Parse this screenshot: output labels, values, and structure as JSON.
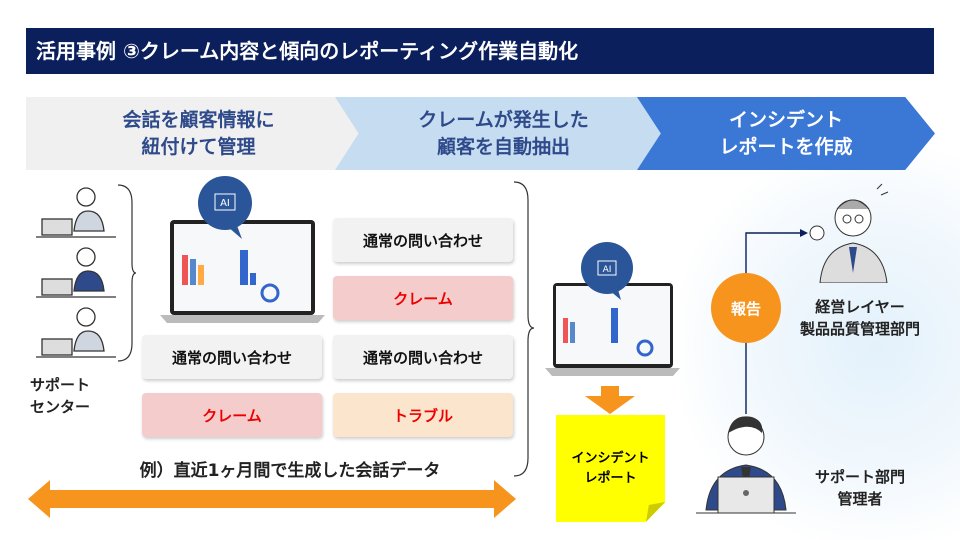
{
  "title": "活用事例 ③クレーム内容と傾向のレポーティング作業自動化",
  "steps": [
    {
      "line1": "会話を顧客情報に",
      "line2": "紐付けて管理"
    },
    {
      "line1": "クレームが発生した",
      "line2": "顧客を自動抽出"
    },
    {
      "line1": "インシデント",
      "line2": "レポートを作成"
    }
  ],
  "support_center": {
    "line1": "サポート",
    "line2": "センター"
  },
  "ai_label": "AI",
  "conversations": {
    "normal": "通常の問い合わせ",
    "claim": "クレーム",
    "trouble": "トラブル"
  },
  "caption": "例）直近1ヶ月間で生成した会話データ",
  "incident_report": {
    "line1": "インシデント",
    "line2": "レポート"
  },
  "report_label": "報告",
  "executive": {
    "line1": "経営レイヤー",
    "line2": "製品品質管理部門"
  },
  "manager": {
    "line1": "サポート部門",
    "line2": "管理者"
  },
  "colors": {
    "navy": "#0b1f5c",
    "orange": "#f7941d",
    "yellow": "#ffff00"
  }
}
